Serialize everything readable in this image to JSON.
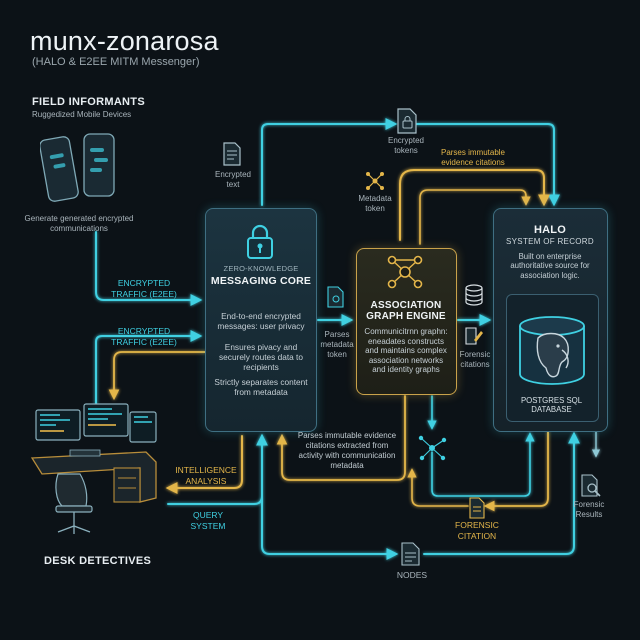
{
  "header": {
    "title": "munx-zonarosa",
    "subtitle": "(HALO & E2EE MITM Messenger)"
  },
  "field_informants": {
    "title": "FIELD INFORMANTS",
    "subtitle": "Ruggedized Mobile Devices",
    "caption": "Generate generated encrypted communications"
  },
  "desk_detectives": {
    "title": "DESK DETECTIVES"
  },
  "core": {
    "label_top": "ZERO-KNOWLEDGE",
    "label_main": "MESSAGING CORE",
    "desc1": "End-to-end encrypted messages: user privacy",
    "desc2": "Ensures pivacy and securely routes data to recipients",
    "desc3": "Strictly separates content from metadata"
  },
  "association": {
    "title": "ASSOCIATION GRAPH ENGINE",
    "desc": "Communicitrnn graphn: eneadates constructs and maintains complex association networks and identity graphs"
  },
  "halo": {
    "title": "HALO",
    "subtitle": "SYSTEM OF RECORD",
    "desc": "Built on enterprise authoritative source for association logic.",
    "db_label": "POSTGRES SQL DATABASE"
  },
  "flow_labels": {
    "encrypted_traffic_1": "ENCRYPTED TRAFFIC (E2EE)",
    "encrypted_traffic_2": "ENCRYPTED TRAFFIC (E2EE)",
    "encrypted_text": "Encrypted text",
    "encrypted_tokens": "Encrypted tokens",
    "parses_immutable_top": "Parses immutable evidence citations",
    "metadata_token": "Metadata token",
    "parses_metadata_token": "Parses metadata token",
    "forensic_citations": "Forensic citations",
    "intelligence_analysis": "INTELLIGENCE ANALYSIS",
    "query_system": "QUERY SYSTEM",
    "parses_immutable_bottom": "Parses immutable evidence citations extracted from activity with communication metadata",
    "forensic_citation": "FORENSIC CITATION",
    "forensic_results": "Forensic Results",
    "nodes": "NODES"
  },
  "colors": {
    "background": "#0c1217",
    "teal": "#3fd0e2",
    "gold": "#e4b64a",
    "panel_border": "#3f6f82"
  },
  "icons": [
    "smartphone-icon",
    "document-icon",
    "lock-icon",
    "graph-node-icon",
    "database-icon",
    "postgres-elephant-icon",
    "magnifier-document-icon",
    "desk-workstation-icon"
  ]
}
